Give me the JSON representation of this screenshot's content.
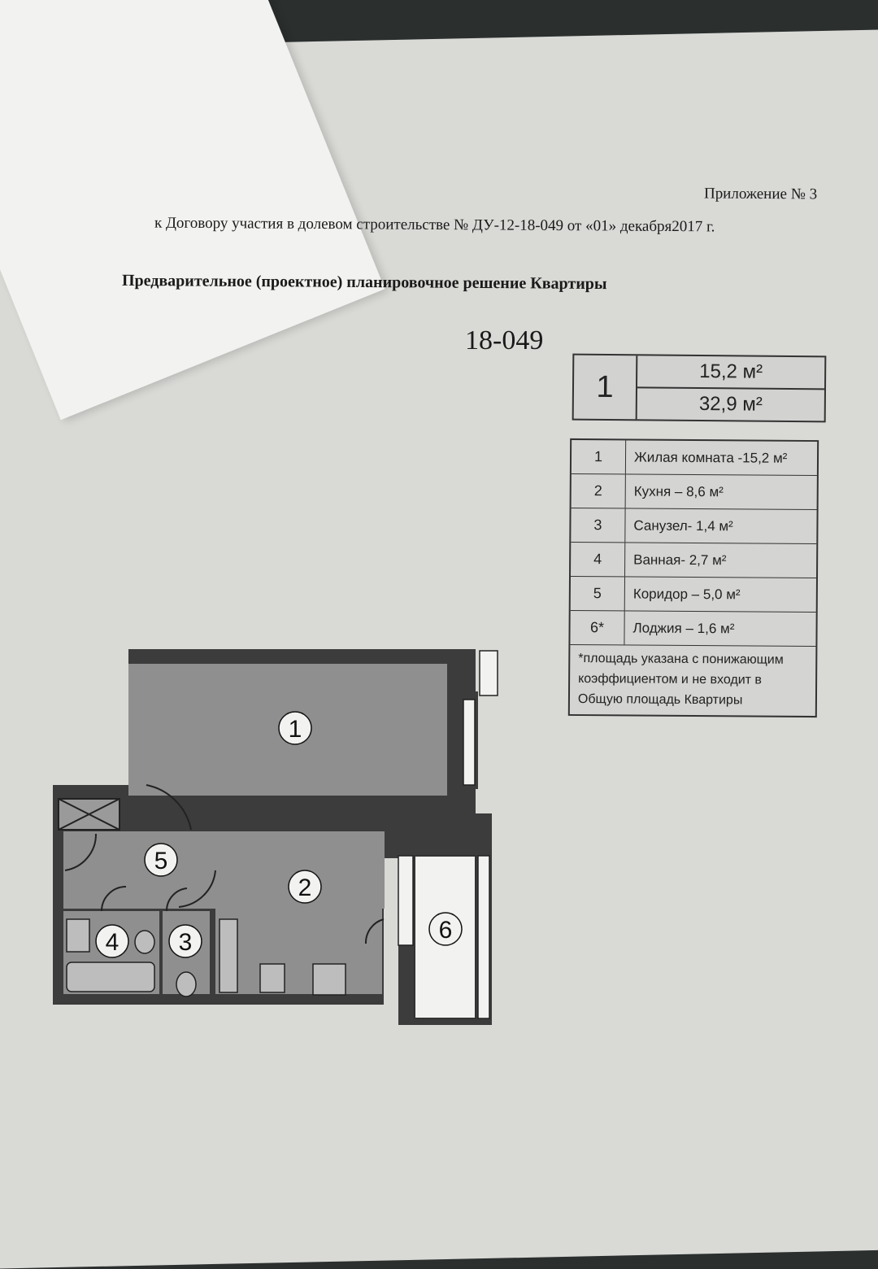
{
  "header": {
    "appendix": "Приложение № 3",
    "contract_line": "к Договору участия в долевом строительстве № ДУ-12-18-049 от «01» декабря2017 г.",
    "title": "Предварительное (проектное) планировочное решение Квартиры"
  },
  "apartment": {
    "number": "18-049",
    "rooms_count": "1",
    "living_area": "15,2 м²",
    "total_area": "32,9 м²"
  },
  "rooms": [
    {
      "num": "1",
      "name": "Жилая комната -15,2 м²"
    },
    {
      "num": "2",
      "name": "Кухня – 8,6 м²"
    },
    {
      "num": "3",
      "name": "Санузел- 1,4 м²"
    },
    {
      "num": "4",
      "name": "Ванная- 2,7 м²"
    },
    {
      "num": "5",
      "name": "Коридор – 5,0 м²"
    },
    {
      "num": "6*",
      "name": "Лоджия – 1,6 м²"
    }
  ],
  "footnote": "*площадь указана с понижающим коэффициентом и не входит в Общую площадь Квартиры",
  "plan_labels": [
    "1",
    "2",
    "3",
    "4",
    "5",
    "6"
  ]
}
